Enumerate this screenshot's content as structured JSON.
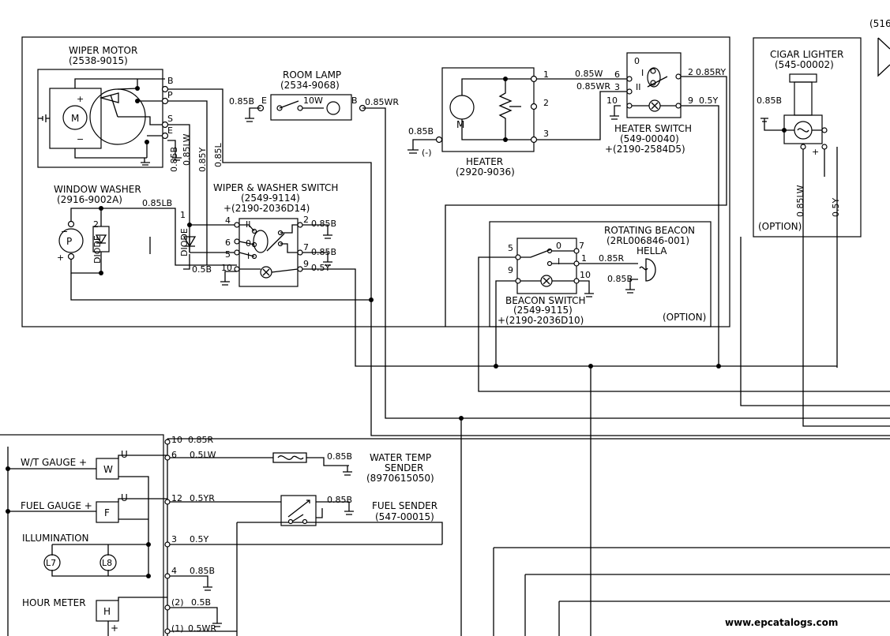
{
  "wiper_motor": {
    "name": "WIPER MOTOR",
    "part": "(2538-9015)",
    "pins": [
      "B",
      "P",
      "S",
      "E"
    ],
    "wires": [
      "0.85B",
      "0.85LW",
      "0.85Y",
      "0.85L"
    ]
  },
  "room_lamp": {
    "name": "ROOM LAMP",
    "part": "(2534-9068)",
    "wire_in": "0.85B",
    "pin_e": "E",
    "bulb": "10W",
    "pin_b": "B",
    "wire_out": "0.85WR"
  },
  "heater": {
    "name": "HEATER",
    "part": "(2920-9036)",
    "ground_wire": "0.85B",
    "ground_label": "(-)",
    "pins": [
      "1",
      "2",
      "3"
    ],
    "wire1": "0.85W",
    "wire2": "0.85WR"
  },
  "heater_switch": {
    "name": "HEATER SWITCH",
    "part": "(549-00040)",
    "part2": "+(2190-2584D5)",
    "pins": [
      "6",
      "3",
      "10",
      "2",
      "9"
    ],
    "positions": [
      "0",
      "I",
      "II"
    ],
    "wire_out1": "0.85RY",
    "wire_out2": "0.5Y"
  },
  "cigar_lighter": {
    "name": "CIGAR LIGHTER",
    "part": "(545-00002)",
    "wire_gnd": "0.85B",
    "wire1": "0.85LW",
    "wire2": "0.5Y",
    "option": "(OPTION)",
    "plus": "+"
  },
  "window_washer": {
    "name": "WINDOW WASHER",
    "part": "(2916-9002A)",
    "wire": "0.85LB",
    "motor": "P",
    "diode": "DIODE",
    "diode_pin": "2"
  },
  "diode1": {
    "label": "DIODE",
    "pin": "1",
    "wire": "0.5B"
  },
  "wiper_switch": {
    "name": "WIPER & WASHER SWITCH",
    "part": "(2549-9114)",
    "part2": "+(2190-2036D14)",
    "pins": [
      "4",
      "6",
      "5",
      "10",
      "2",
      "7",
      "9"
    ],
    "positions": [
      "II",
      "0",
      "I"
    ],
    "wire2": "0.85B",
    "wire7": "0.85B",
    "wire9": "0.5Y"
  },
  "beacon": {
    "name": "ROTATING BEACON",
    "part": "(2RL006846-001)",
    "brand": "HELLA",
    "wire1": "0.85R",
    "wire2": "0.85B",
    "option": "(OPTION)"
  },
  "beacon_switch": {
    "name": "BEACON SWITCH",
    "part": "(2549-9115)",
    "part2": "+(2190-2036D10)",
    "pins": [
      "5",
      "0",
      "7",
      "I",
      "1",
      "9",
      "10"
    ]
  },
  "top_right_ref": "(516",
  "gauges": {
    "wt_gauge": "W/T GAUGE +",
    "wt_letter": "W",
    "fuel_gauge": "FUEL GAUGE +",
    "fuel_letter": "F",
    "u": "U",
    "minus": "—",
    "illumination": "ILLUMINATION",
    "l7": "L7",
    "l8": "L8",
    "hour_meter": "HOUR METER",
    "h": "H",
    "plus": "+"
  },
  "connector": [
    {
      "pin": "10",
      "wire": "0.85R"
    },
    {
      "pin": "6",
      "wire": "0.5LW"
    },
    {
      "pin": "12",
      "wire": "0.5YR"
    },
    {
      "pin": "3",
      "wire": "0.5Y"
    },
    {
      "pin": "4",
      "wire": "0.85B"
    },
    {
      "pin": "(2)",
      "wire": "0.5B"
    },
    {
      "pin": "(1)",
      "wire": "0.5WR"
    }
  ],
  "water_temp_sender": {
    "name": "WATER TEMP",
    "name2": "SENDER",
    "part": "(8970615050)",
    "wire": "0.85B"
  },
  "fuel_sender": {
    "name": "FUEL SENDER",
    "part": "(547-00015)",
    "wire": "0.85B"
  },
  "watermark": "www.epcatalogs.com"
}
